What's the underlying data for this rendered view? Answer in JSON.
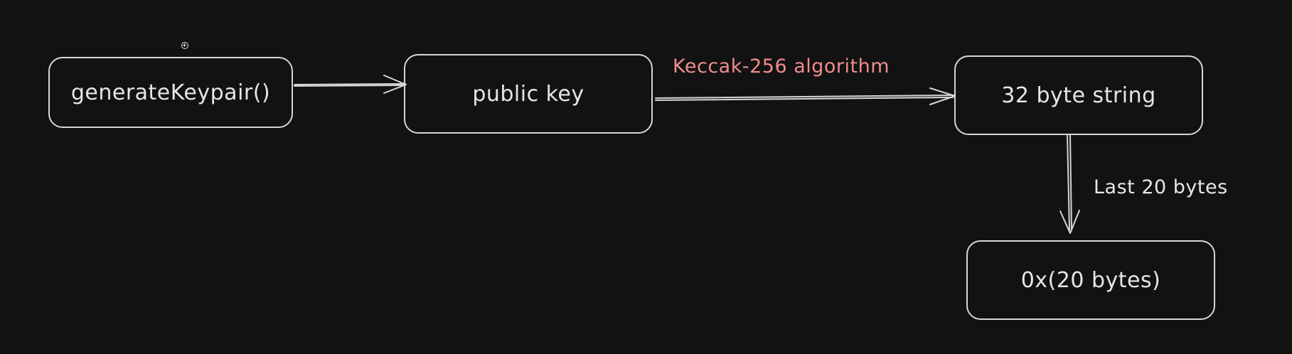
{
  "diagram": {
    "nodes": {
      "keypair": "generateKeypair()",
      "public_key": "public key",
      "hash_string": "32 byte string",
      "address": "0x(20 bytes)"
    },
    "edges": {
      "keccak": "Keccak-256 algorithm",
      "last_bytes": "Last 20 bytes"
    },
    "colors": {
      "background": "#121212",
      "stroke": "#d6d6d6",
      "text": "#e6e6e6",
      "highlight_label": "#f08c8c"
    }
  }
}
